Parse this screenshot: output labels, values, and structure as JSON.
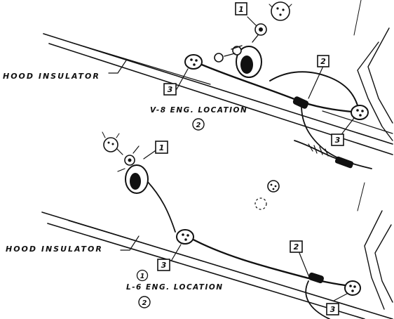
{
  "labels": {
    "hood_insulator_top": "HOOD INSULATOR",
    "hood_insulator_bottom": "HOOD  INSULATOR",
    "v8_location": "V-8 ENG. LOCATION",
    "l6_location": "L-6 ENG. LOCATION"
  },
  "callouts": {
    "top_1": "1",
    "top_2": "2",
    "top_3_left": "3",
    "top_3_right": "3",
    "bottom_1": "1",
    "bottom_2": "2",
    "bottom_3_left": "3",
    "bottom_3_right": "3"
  },
  "circled": {
    "top_2": "2",
    "bottom_1": "1",
    "bottom_2": "2"
  }
}
